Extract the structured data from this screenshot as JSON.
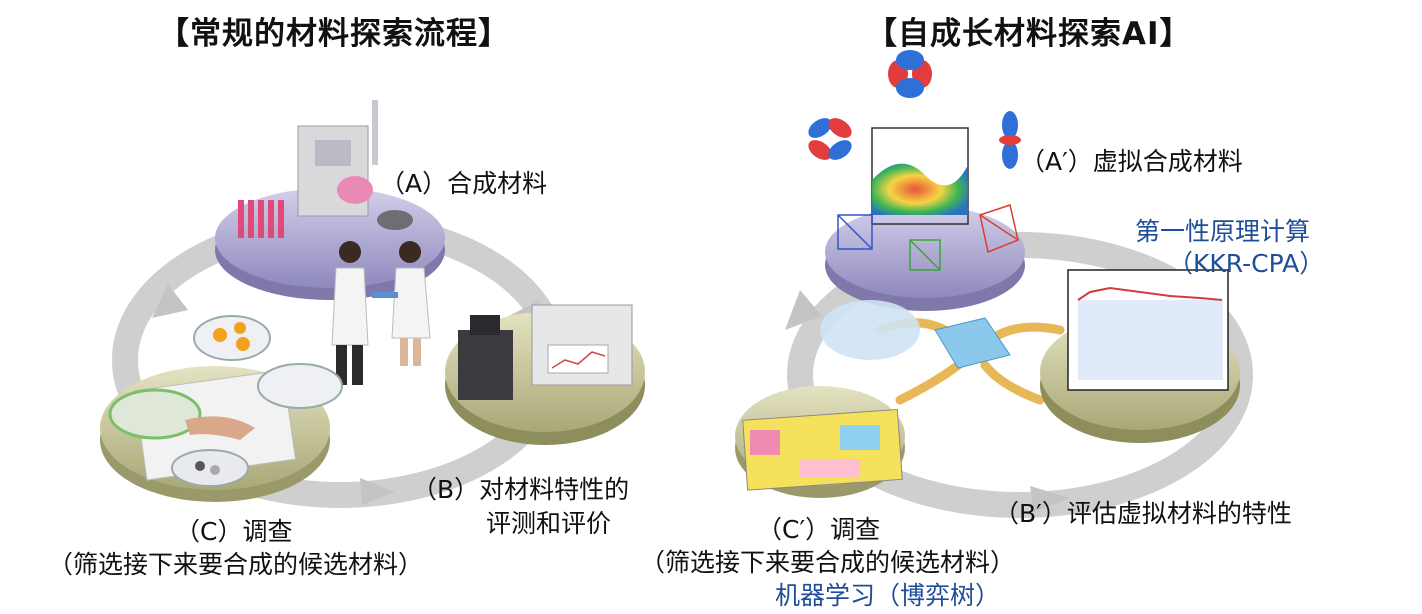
{
  "left_panel": {
    "title": "【常规的材料探索流程】",
    "step_a": "（A）合成材料",
    "step_b_line1": "（B）对材料特性的",
    "step_b_line2": "评测和评价",
    "step_c_line1": "（C）调查",
    "step_c_line2": "（筛选接下来要合成的候选材料）"
  },
  "right_panel": {
    "title": "【自成长材料探索AI】",
    "step_a": "（A′）虚拟合成材料",
    "step_a_method_line1": "第一性原理计算",
    "step_a_method_line2": "（KKR-CPA）",
    "step_b": "（B′）评估虚拟材料的特性",
    "step_c_line1": "（C′）调查",
    "step_c_line2": "（筛选接下来要合成的候选材料）",
    "step_c_method": "机器学习（博弈树）"
  },
  "colors": {
    "method_text": "#1f4e99",
    "disc_purple": "#b9b4d8",
    "disc_olive": "#cfcfa3",
    "arrow_gray": "#c9c9c9"
  }
}
